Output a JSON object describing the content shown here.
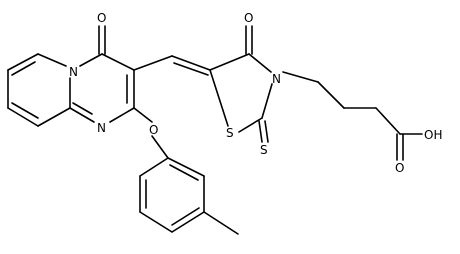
{
  "molecule": {
    "atoms": {
      "oxo_pyridopyrimidine": "O",
      "ring_nitrogen_bridgehead": "N",
      "ring_nitrogen_lower": "N",
      "ether_oxygen": "O",
      "oxo_thiazolidinone": "O",
      "thiazolidinone_nitrogen": "N",
      "ring_sulfur": "S",
      "thione_sulfur": "S",
      "carbonyl_oxygen": "O",
      "hydroxyl_group": "OH"
    }
  }
}
